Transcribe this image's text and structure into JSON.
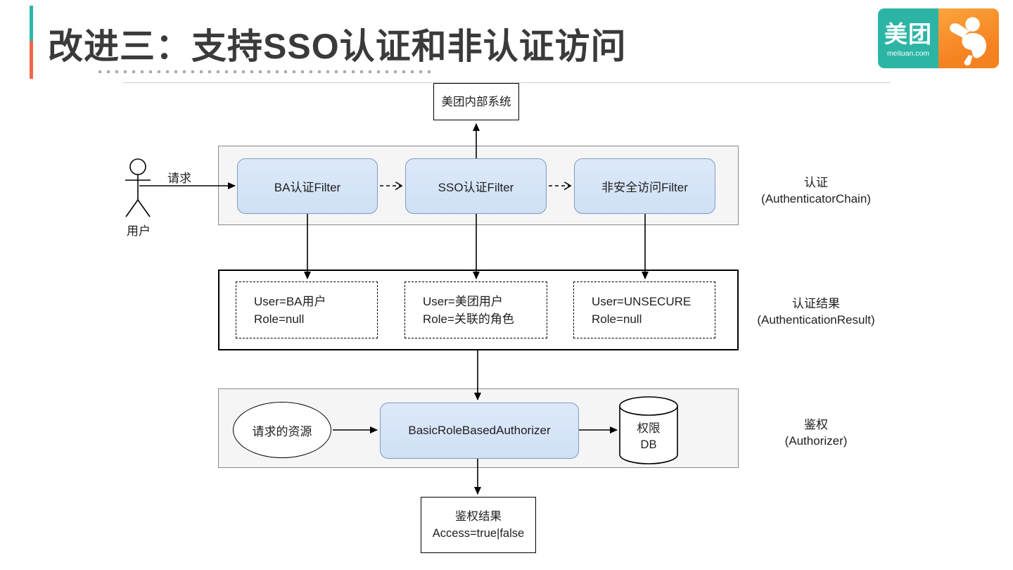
{
  "title": "改进三：支持SSO认证和非认证访问",
  "logo": {
    "brand": "美团",
    "domain": "meituan.com"
  },
  "colors": {
    "accent_teal": "#2eb8a6",
    "accent_orange": "#f2674a",
    "logo_teal": "#2cb5a5",
    "logo_orange": "#f58220",
    "filter_box_fill": "#d6e4f8",
    "filter_box_border": "#7e9cc2",
    "container_gray_fill": "#f5f5f5"
  },
  "diagram": {
    "internal_system": "美团内部系统",
    "user": "用户",
    "request": "请求",
    "auth": {
      "filters": [
        "BA认证Filter",
        "SSO认证Filter",
        "非安全访问Filter"
      ],
      "label_cn": "认证",
      "label_en": "(AuthenticatorChain)"
    },
    "auth_result": {
      "items": [
        {
          "line1": "User=BA用户",
          "line2": "Role=null"
        },
        {
          "line1": "User=美团用户",
          "line2": "Role=关联的角色"
        },
        {
          "line1": "User=UNSECURE",
          "line2": "Role=null"
        }
      ],
      "label_cn": "认证结果",
      "label_en": "(AuthenticationResult)"
    },
    "authz": {
      "resource": "请求的资源",
      "authorizer": "BasicRoleBasedAuthorizer",
      "db_line1": "权限",
      "db_line2": "DB",
      "label_cn": "鉴权",
      "label_en": "(Authorizer)"
    },
    "result": {
      "line1": "鉴权结果",
      "line2": "Access=true|false"
    }
  }
}
